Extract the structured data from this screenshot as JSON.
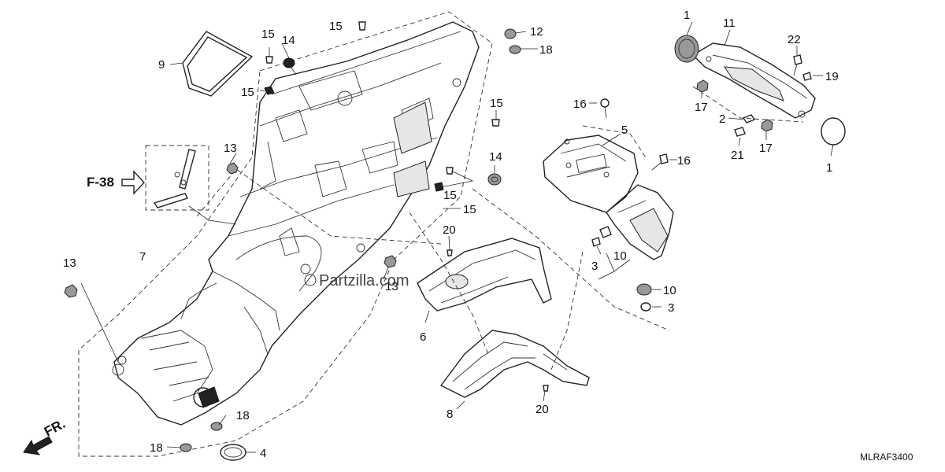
{
  "diagram_code": "MLRAF3400",
  "reference": "F-38",
  "front_marker": "FR.",
  "watermark": "Partzilla.com",
  "callouts": {
    "c1a": "1",
    "c1b": "1",
    "c2": "2",
    "c3a": "3",
    "c3b": "3",
    "c4": "4",
    "c5": "5",
    "c6": "6",
    "c7": "7",
    "c8": "8",
    "c9": "9",
    "c10a": "10",
    "c10b": "10",
    "c11": "11",
    "c12": "12",
    "c13a": "13",
    "c13b": "13",
    "c13c": "13",
    "c14a": "14",
    "c14b": "14",
    "c15a": "15",
    "c15b": "15",
    "c15c": "15",
    "c15d": "15",
    "c15e": "15",
    "c15f": "15",
    "c16a": "16",
    "c16b": "16",
    "c17a": "17",
    "c17b": "17",
    "c18a": "18",
    "c18b": "18",
    "c18c": "18",
    "c19": "19",
    "c20a": "20",
    "c20b": "20",
    "c21": "21",
    "c22": "22"
  }
}
